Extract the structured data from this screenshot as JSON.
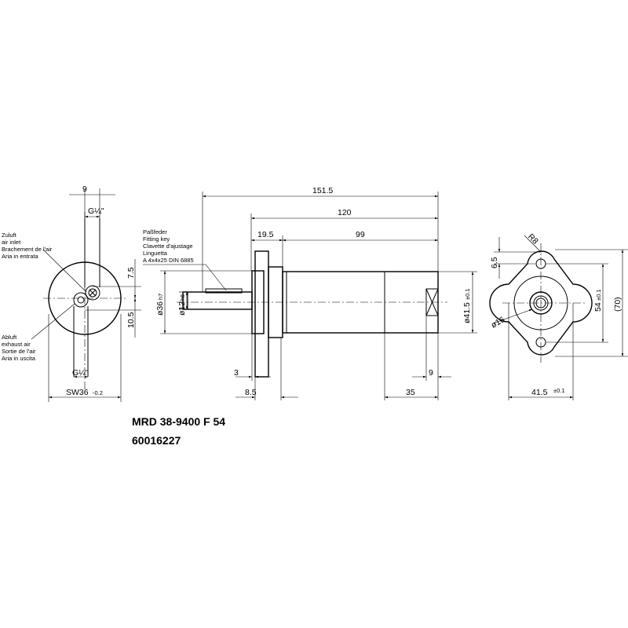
{
  "title": {
    "model": "MRD 38-9400 F 54",
    "article": "60016227"
  },
  "side_view": {
    "dim_top": "9",
    "port_top": "G¼\"",
    "port_bottom": "G¼\"",
    "dim_7_5": "7.5",
    "dim_10_5": "10.5",
    "sw": "SW36",
    "sw_tol": "-0.2",
    "air_inlet": [
      "Zuluft",
      "air inlet",
      "Brachement de l'air",
      "Aria in entrata"
    ],
    "air_exhaust": [
      "Abluft",
      "exhaust air",
      "Sortie de l'air",
      "Aria in uscita"
    ]
  },
  "main_view": {
    "len_total": "151.5",
    "len_120": "120",
    "len_19_5": "19.5",
    "len_99": "99",
    "len_3": "3",
    "len_8_5": "8.5",
    "len_9": "9",
    "len_35": "35",
    "dia_36": "ø36",
    "dia_36_tol": "h7",
    "dia_12": "ø12",
    "dia_12_tol": "h6",
    "dia_41_5": "ø41.5",
    "dia_41_5_tol": "±0.1",
    "key_label": [
      "Paßfeder",
      "Fitting key",
      "Clavette d'ajustage",
      "Linguetta",
      "A  4x4x25  DIN  6885"
    ]
  },
  "flange_view": {
    "r8": "R8",
    "dim_6_5": "6.5",
    "dia_16": "ø16",
    "dim_54": "54",
    "dim_54_tol": "±0.1",
    "dim_70": "(70)",
    "dim_41_5": "41.5",
    "dim_41_5_tol": "±0.1"
  }
}
